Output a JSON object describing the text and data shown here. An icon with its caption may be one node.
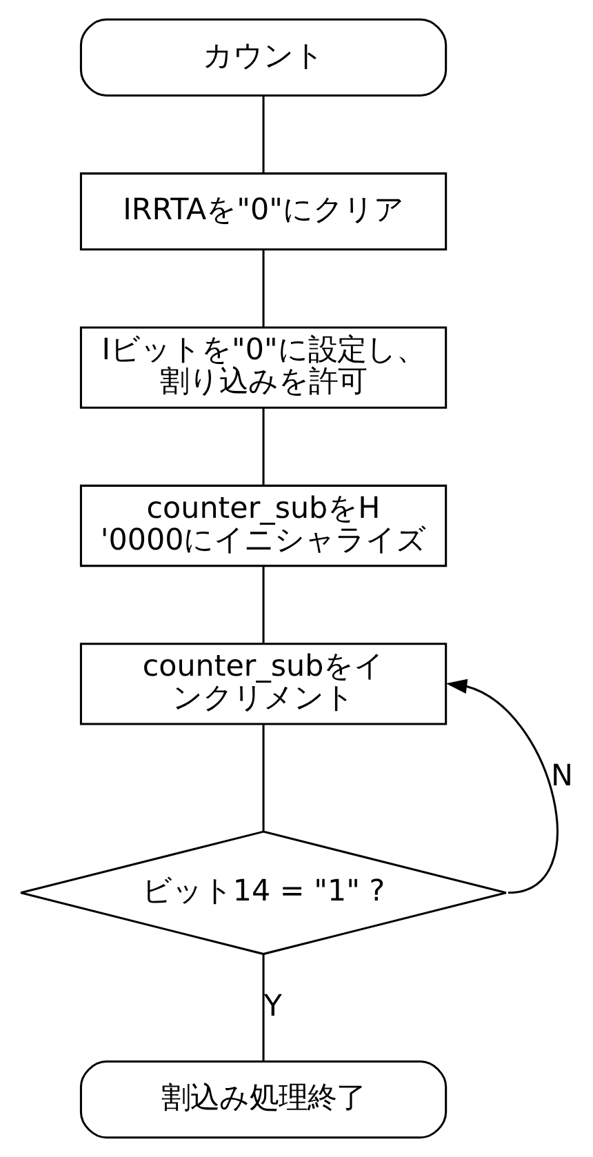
{
  "diagram": {
    "nodes": [
      {
        "text": [
          "カウント"
        ]
      },
      {
        "text": [
          "IRRTAを\"0\"にクリア"
        ]
      },
      {
        "text": [
          "Iビットを\"0\"に設定し、割り込みを許可"
        ]
      },
      {
        "text": [
          "counter_subをH'0000にイニシャライズ"
        ]
      },
      {
        "text": [
          "counter_subをインクリメント"
        ]
      },
      {
        "text": [
          "ビット14 = \"1\" ?"
        ]
      },
      {
        "text": [
          "割込み処理終了"
        ]
      }
    ],
    "edges": [
      {
        "from": 0,
        "to": 1,
        "arrow": "none"
      },
      {
        "from": 1,
        "to": 2,
        "arrow": "none"
      },
      {
        "from": 2,
        "to": 3,
        "arrow": "none"
      },
      {
        "from": 3,
        "to": 4,
        "arrow": "none"
      },
      {
        "from": 5,
        "to": 4,
        "arrow": "to",
        "label": "N"
      },
      {
        "from": 4,
        "to": 5,
        "arrow": "none"
      },
      {
        "from": 5,
        "to": 6,
        "arrow": "none",
        "label": "Y"
      }
    ]
  }
}
